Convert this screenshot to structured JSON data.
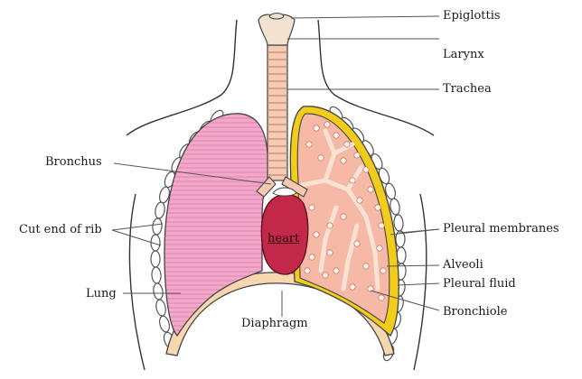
{
  "labels": {
    "epiglottis": "Epiglottis",
    "larynx": "Larynx",
    "trachea": "Trachea",
    "bronchus": "Bronchus",
    "cut_end_of_rib": "Cut end of rib",
    "pleural_membranes": "Pleural membranes",
    "alveoli": "Alveoli",
    "pleural_fluid": "Pleural fluid",
    "bronchiole": "Bronchiole",
    "lung": "Lung",
    "diaphragm": "Diaphragm",
    "heart": "heart"
  },
  "colors": {
    "left_lung": "#f2a9c9",
    "lung_stripes": "#e58ab3",
    "right_lung_fill": "#f5b9a6",
    "pleura_outer": "#f2cc1b",
    "bronchi": "#f6c9b2",
    "heart": "#c3284a",
    "diaphragm": "#f7d7b0",
    "outline": "#333333"
  }
}
